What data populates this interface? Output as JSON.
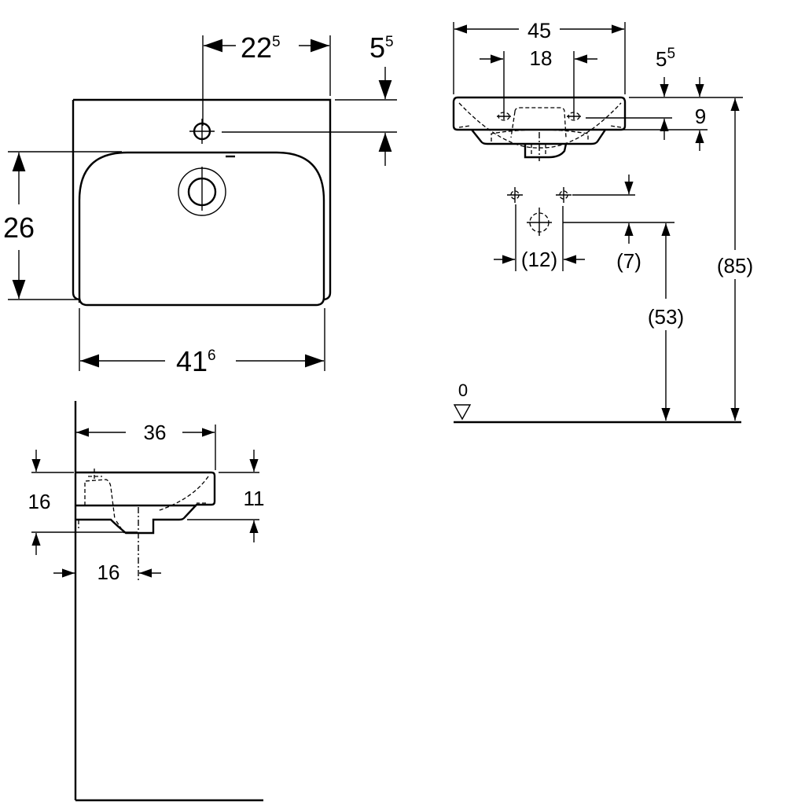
{
  "plan_view": {
    "width_tap": {
      "main": "22",
      "sup": "5"
    },
    "tap_offset": {
      "main": "5",
      "sup": "5"
    },
    "depth": "26",
    "width": {
      "main": "41",
      "sup": "6"
    }
  },
  "front_view": {
    "width": "45",
    "tap_spacing": "18",
    "rim_offset": {
      "main": "5",
      "sup": "5"
    },
    "rim_height": "9",
    "hole_spacing": "(12)",
    "hole_drop": "(7)",
    "drain_height": "(53)",
    "total_height": "(85)",
    "floor_level": "0"
  },
  "side_view": {
    "projection": "36",
    "height_total": "16",
    "height_front": "11",
    "drain_offset": "16"
  }
}
